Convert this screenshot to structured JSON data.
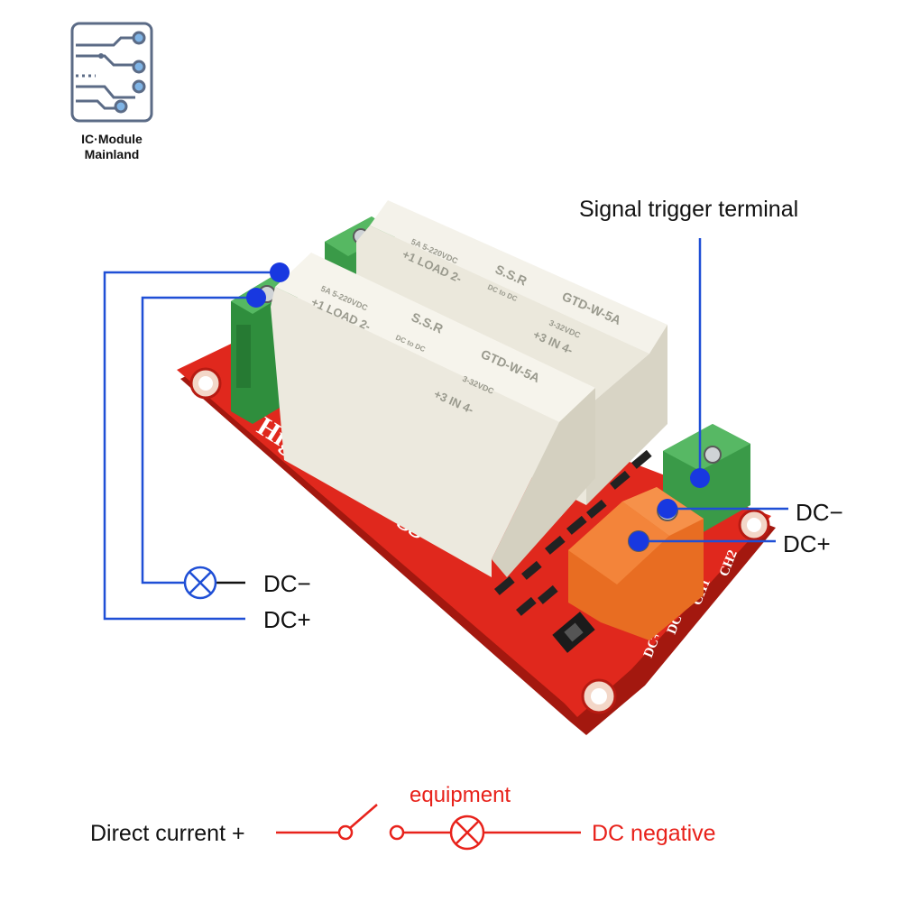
{
  "logo": {
    "line1": "IC·Module",
    "line2": "Mainland"
  },
  "labels": {
    "signal_trigger": "Signal trigger terminal",
    "dc_minus_right": "DC−",
    "dc_plus_right": "DC+",
    "dc_minus_left": "DC−",
    "dc_plus_left": "DC+"
  },
  "board": {
    "silkscreen_main": "High Level Trigger",
    "pin_labels": [
      "DC+",
      "DC-",
      "CH1",
      "CH2"
    ]
  },
  "relays": [
    {
      "rating": "5A 5-220VDC",
      "load_pins": "+1 LOAD 2-",
      "type": "S.S.R",
      "subtype": "DC to DC",
      "model": "GTD-W-5A",
      "input": "3-32VDC",
      "input_pins": "+3 IN 4-"
    },
    {
      "rating": "5A 5-220VDC",
      "load_pins": "+1 LOAD 2-",
      "type": "S.S.R",
      "subtype": "DC to DC",
      "model": "GTD-W-5A",
      "input": "3-32VDC",
      "input_pins": "+3 IN 4-"
    }
  ],
  "legend": {
    "direct_current": "Direct current +",
    "equipment": "equipment",
    "dc_negative": "DC negative"
  },
  "colors": {
    "wire_blue": "#1f4fd6",
    "legend_red": "#e8221b",
    "pcb_red": "#d9261c",
    "relay_body": "#ece9dc",
    "terminal_green": "#3fa34d",
    "terminal_orange": "#f07a2a"
  },
  "icons": [
    "ic-module-logo-icon",
    "lamp-icon",
    "switch-icon"
  ]
}
